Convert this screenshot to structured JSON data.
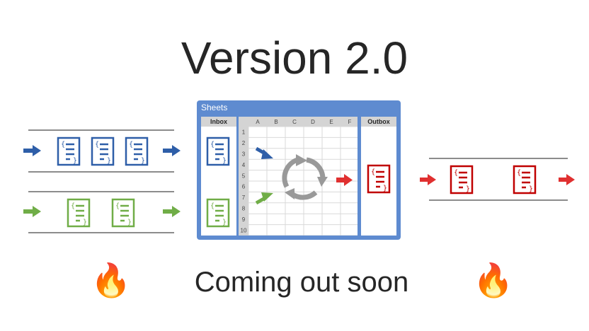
{
  "title": "Version 2.0",
  "subtitle": "Coming out soon",
  "sheets": {
    "window_title": "Sheets",
    "inbox_label": "Inbox",
    "outbox_label": "Outbox",
    "columns": [
      "A",
      "B",
      "C",
      "D",
      "E",
      "F"
    ],
    "rows": [
      "1",
      "2",
      "3",
      "4",
      "5",
      "6",
      "7",
      "8",
      "9",
      "10"
    ]
  },
  "colors": {
    "blue": "#2e5ea8",
    "green": "#70ad47",
    "red": "#c00000",
    "arrow_red": "#e03030",
    "gray": "#8c8c8c",
    "frame": "#5e8bd0"
  },
  "decorations": {
    "fire_glyph": "🔥"
  }
}
